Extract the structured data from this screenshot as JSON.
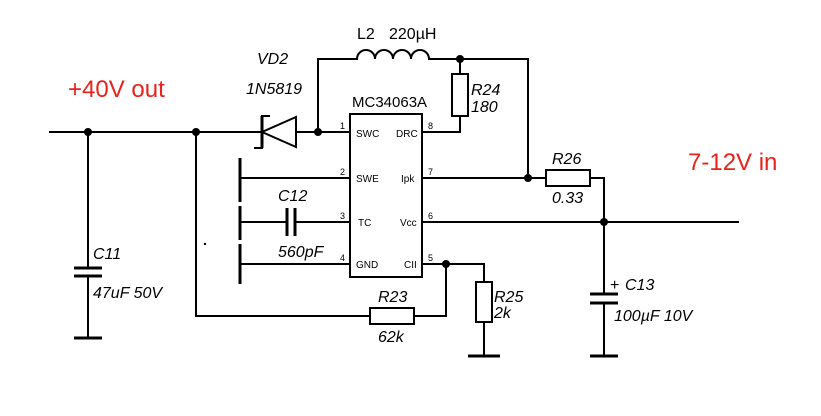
{
  "labels": {
    "out": "+40V out",
    "in": "7-12V in",
    "chip": "MC34063A"
  },
  "components": {
    "l2_name": "L2",
    "l2_value": "220µH",
    "vd2_name": "VD2",
    "vd2_value": "1N5819",
    "r24_name": "R24",
    "r24_value": "180",
    "r26_name": "R26",
    "r26_value": "0.33",
    "c12_name": "C12",
    "c12_value": "560pF",
    "c11_name": "C11",
    "c11_value": "47uF 50V",
    "r23_name": "R23",
    "r23_value": "62k",
    "r25_name": "R25",
    "r25_value": "2k",
    "c13_name": "C13",
    "c13_value": "100µF 10V",
    "c13_polarity": "+"
  },
  "pins": {
    "p1_num": "1",
    "p1_name": "SWC",
    "p2_num": "2",
    "p2_name": "SWE",
    "p3_num": "3",
    "p3_name": "TC",
    "p4_num": "4",
    "p4_name": "GND",
    "p5_num": "5",
    "p5_name": "CII",
    "p6_num": "6",
    "p6_name": "Vcc",
    "p7_num": "7",
    "p7_name": "Ipk",
    "p8_num": "8",
    "p8_name": "DRC"
  },
  "colors": {
    "label_red": "#e8221c"
  }
}
